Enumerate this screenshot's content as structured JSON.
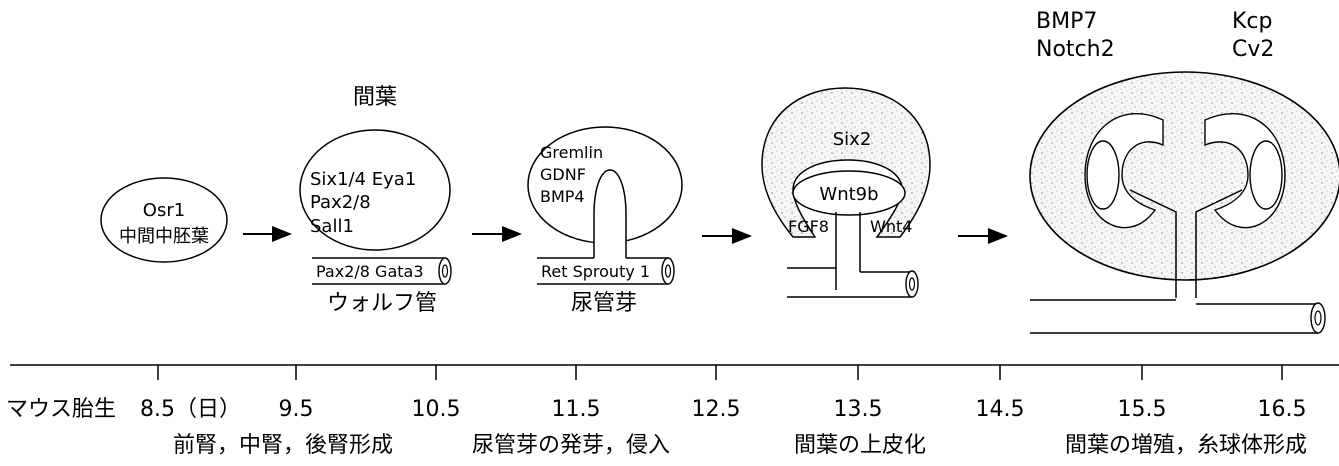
{
  "stage1": {
    "label_line1": "Osr1",
    "label_line2": "中間中胚葉"
  },
  "stage2": {
    "title": "間葉",
    "genes_line1": "Six1/4 Eya1",
    "genes_line2": "Pax2/8",
    "genes_line3": "Sall1",
    "duct_genes": "Pax2/8 Gata3",
    "duct_name": "ウォルフ管"
  },
  "stage3": {
    "gene1": "Gremlin",
    "gene2": "GDNF",
    "gene3": "BMP4",
    "duct_genes": "Ret Sprouty 1",
    "duct_name": "尿管芽"
  },
  "stage4": {
    "gene_top": "Six2",
    "gene_mid": "Wnt9b",
    "gene_left": "FGF8",
    "gene_right": "Wnt4"
  },
  "stage5": {
    "gene_tl1": "BMP7",
    "gene_tl2": "Notch2",
    "gene_tr1": "Kcp",
    "gene_tr2": "Cv2"
  },
  "timeline": {
    "prefix": "マウス胎生",
    "ticks": [
      "8.5（日）",
      "9.5",
      "10.5",
      "11.5",
      "12.5",
      "13.5",
      "14.5",
      "15.5",
      "16.5"
    ],
    "phases": [
      "前腎，中腎，後腎形成",
      "尿管芽の発芽，侵入",
      "間葉の上皮化",
      "間葉の増殖，糸球体形成"
    ]
  }
}
